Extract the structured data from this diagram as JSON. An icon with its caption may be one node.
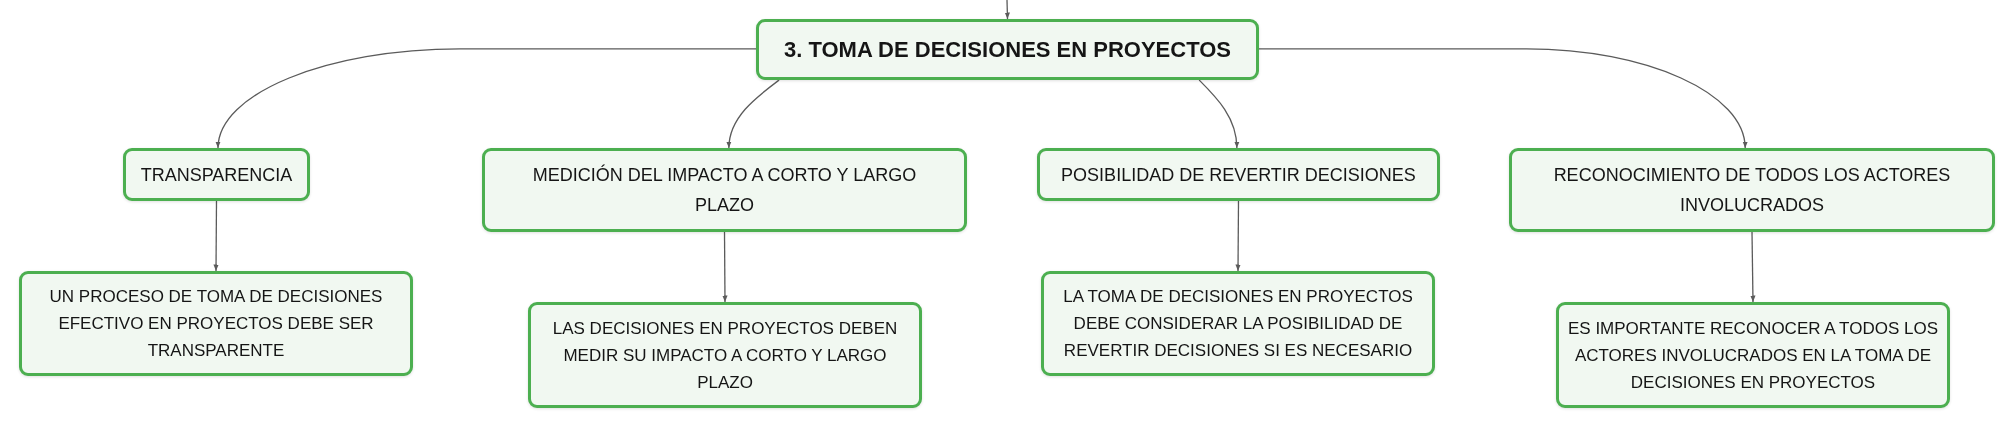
{
  "diagram": {
    "nodes": [
      {
        "text": [
          "3. TOMA DE DECISIONES EN PROYECTOS"
        ]
      },
      {
        "text": [
          "TRANSPARENCIA"
        ]
      },
      {
        "text": [
          "MEDICIÓN DEL IMPACTO A CORTO Y LARGO PLAZO"
        ]
      },
      {
        "text": [
          "POSIBILIDAD DE REVERTIR DECISIONES"
        ]
      },
      {
        "text": [
          "RECONOCIMIENTO DE TODOS LOS ACTORES INVOLUCRADOS"
        ]
      },
      {
        "text": [
          "UN PROCESO DE TOMA DE DECISIONES EFECTIVO EN PROYECTOS DEBE SER TRANSPARENTE"
        ]
      },
      {
        "text": [
          "LAS DECISIONES EN PROYECTOS DEBEN MEDIR SU IMPACTO A CORTO Y LARGO PLAZO"
        ]
      },
      {
        "text": [
          "LA TOMA DE DECISIONES EN PROYECTOS DEBE CONSIDERAR LA POSIBILIDAD DE REVERTIR DECISIONES SI ES NECESARIO"
        ]
      },
      {
        "text": [
          "ES IMPORTANTE RECONOCER A TODOS LOS ACTORES INVOLUCRADOS EN LA TOMA DE DECISIONES EN PROYECTOS"
        ]
      }
    ],
    "edges": [
      {
        "from": null,
        "to": 0,
        "arrow": "to"
      },
      {
        "from": 0,
        "to": 1,
        "arrow": "to"
      },
      {
        "from": 0,
        "to": 2,
        "arrow": "to"
      },
      {
        "from": 0,
        "to": 3,
        "arrow": "to"
      },
      {
        "from": 0,
        "to": 4,
        "arrow": "to"
      },
      {
        "from": 1,
        "to": 5,
        "arrow": "to"
      },
      {
        "from": 2,
        "to": 6,
        "arrow": "to"
      },
      {
        "from": 3,
        "to": 7,
        "arrow": "to"
      },
      {
        "from": 4,
        "to": 8,
        "arrow": "to"
      }
    ]
  }
}
